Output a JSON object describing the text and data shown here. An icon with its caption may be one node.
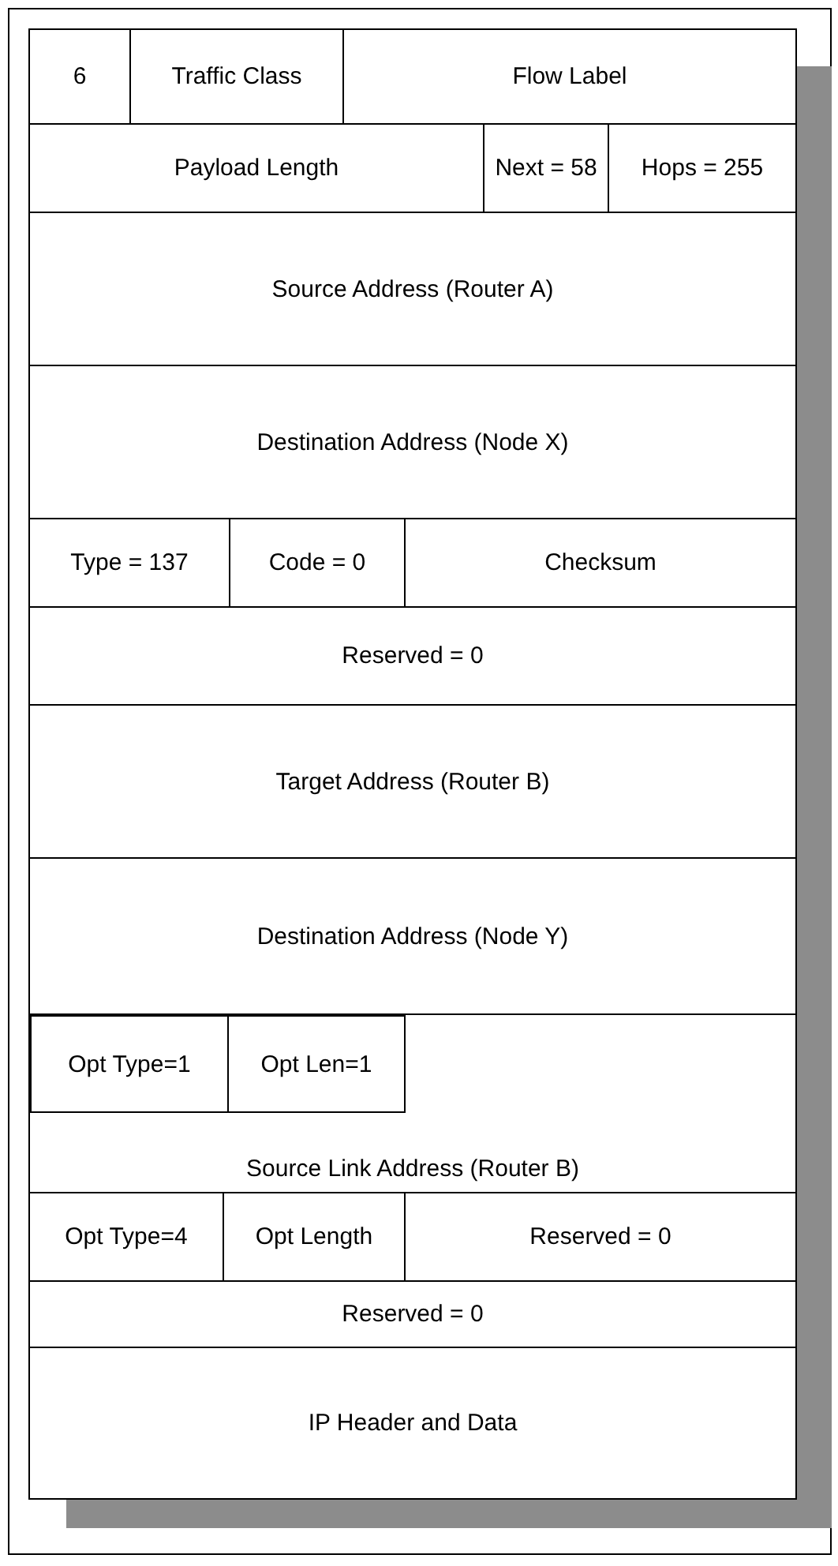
{
  "diagram": {
    "nodes": [
      {
        "text": [
          "6"
        ]
      },
      {
        "text": [
          "Traffic Class"
        ]
      },
      {
        "text": [
          "Flow Label"
        ]
      },
      {
        "text": [
          "Payload Length"
        ]
      },
      {
        "text": [
          "Next = 58"
        ]
      },
      {
        "text": [
          "Hops = 255"
        ]
      },
      {
        "text": [
          "Source Address (Router A)"
        ]
      },
      {
        "text": [
          "Destination Address (Node X)"
        ]
      },
      {
        "text": [
          "Type = 137"
        ]
      },
      {
        "text": [
          "Code = 0"
        ]
      },
      {
        "text": [
          "Checksum"
        ]
      },
      {
        "text": [
          "Reserved = 0"
        ]
      },
      {
        "text": [
          "Target Address (Router B)"
        ]
      },
      {
        "text": [
          "Destination Address (Node Y)"
        ]
      },
      {
        "text": [
          "Source Link Address (Router B)"
        ]
      },
      {
        "text": [
          "Opt Type=1"
        ],
        "in": 14
      },
      {
        "text": [
          "Opt Len=1"
        ],
        "in": 14
      },
      {
        "text": [
          "Opt Type=4"
        ]
      },
      {
        "text": [
          "Opt Length"
        ]
      },
      {
        "text": [
          "Reserved = 0"
        ]
      },
      {
        "text": [
          "Reserved = 0"
        ]
      },
      {
        "text": [
          "IP Header and Data"
        ]
      }
    ],
    "edges": []
  }
}
